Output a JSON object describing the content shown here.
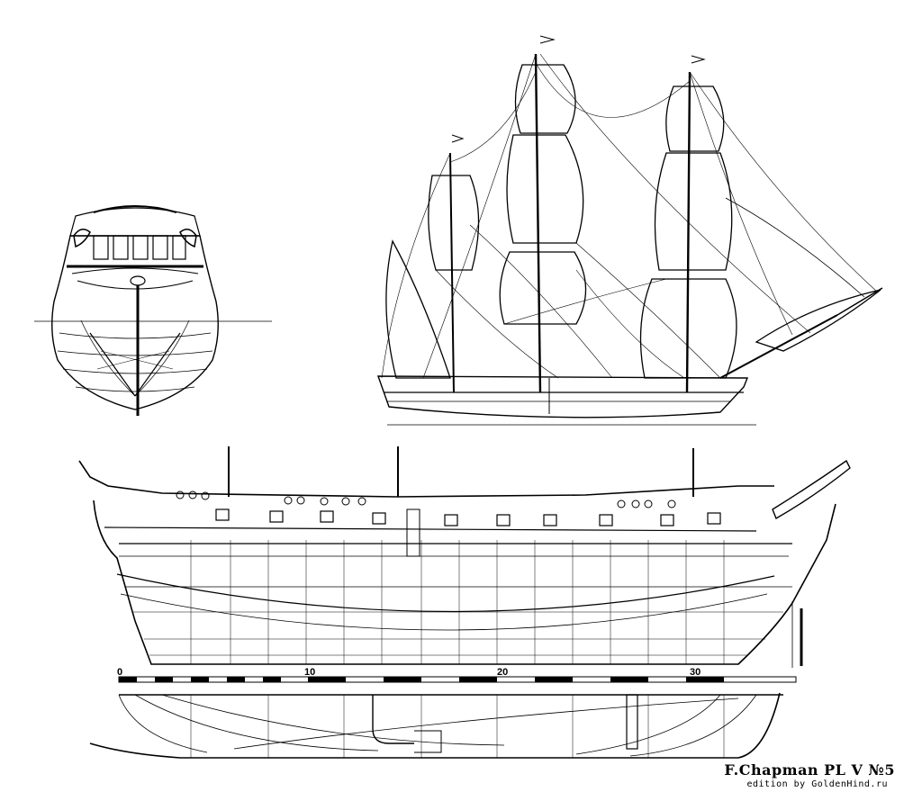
{
  "plate": {
    "title": "F.Chapman PL  V  №5",
    "credit": "edition by GoldenHind.ru"
  },
  "scale_bar": {
    "labels": [
      "0",
      "10",
      "20",
      "30"
    ]
  },
  "colors": {
    "ink": "#000000",
    "paper": "#ffffff"
  }
}
